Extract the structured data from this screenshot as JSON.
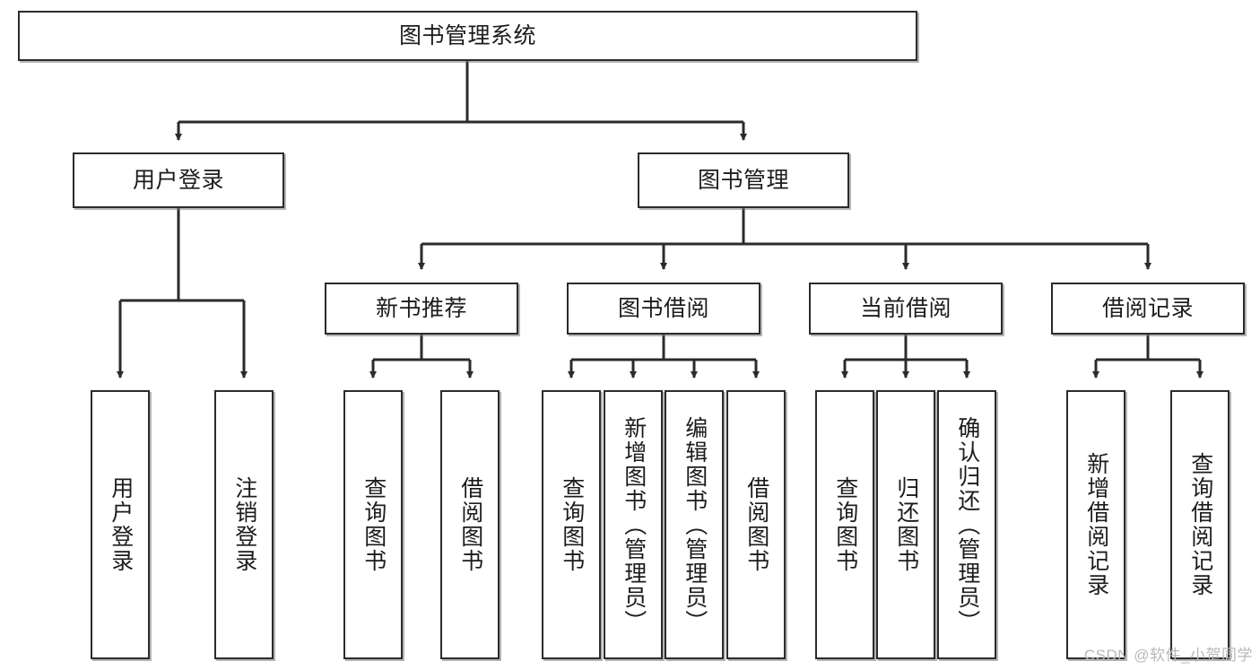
{
  "diagram": {
    "title": "图书管理系统",
    "type": "function-structure-tree",
    "line_color": "#2b2b2b",
    "node_fill": "#ffffff",
    "text_color": "#1c1c1c",
    "root": {
      "label": "图书管理系统"
    },
    "level1": [
      {
        "label": "用户登录"
      },
      {
        "label": "图书管理"
      }
    ],
    "level2": [
      {
        "label": "新书推荐"
      },
      {
        "label": "图书借阅"
      },
      {
        "label": "当前借阅"
      },
      {
        "label": "借阅记录"
      }
    ],
    "leaves": {
      "user_login": [
        {
          "label": "用户登录"
        },
        {
          "label": "注销登录"
        }
      ],
      "new_book": [
        {
          "label": "查询图书"
        },
        {
          "label": "借阅图书"
        }
      ],
      "book_borrow": [
        {
          "label": "查询图书"
        },
        {
          "label": "新增图书（管理员）"
        },
        {
          "label": "编辑图书（管理员）"
        },
        {
          "label": "借阅图书"
        }
      ],
      "current_borrow": [
        {
          "label": "查询图书"
        },
        {
          "label": "归还图书"
        },
        {
          "label": "确认归还（管理员）"
        }
      ],
      "borrow_record": [
        {
          "label": "新增借阅记录"
        },
        {
          "label": "查询借阅记录"
        }
      ]
    }
  },
  "watermark": {
    "text": "CSDN @软件_小贺同学"
  }
}
